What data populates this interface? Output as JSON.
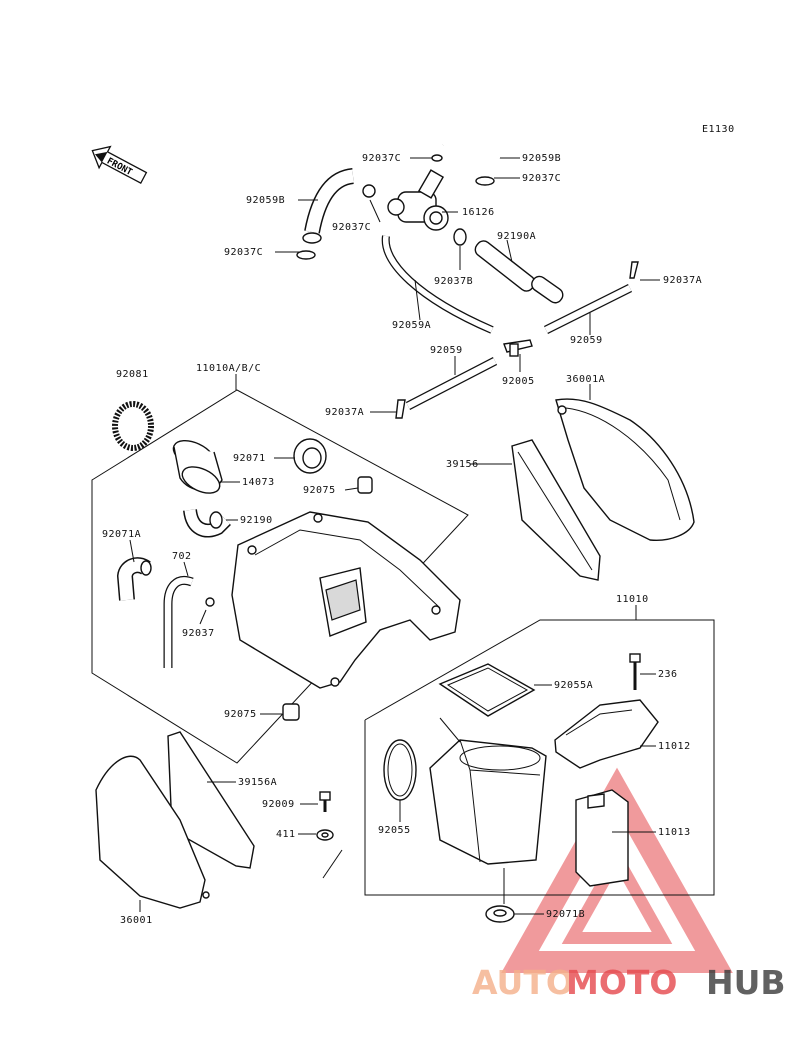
{
  "diagram": {
    "code": "E1130",
    "front_label": "FRONT",
    "parts": {
      "p92059B_top": "92059B",
      "p92037C_top": "92037C",
      "p92037C_right": "92037C",
      "p92059B_left": "92059B",
      "p92037C_mid": "92037C",
      "p16126": "16126",
      "p92190A": "92190A",
      "p92037C_left": "92037C",
      "p92037B": "92037B",
      "p92037A_right": "92037A",
      "p92059A": "92059A",
      "p92059_right": "92059",
      "p92059_mid": "92059",
      "p92005": "92005",
      "p92081": "92081",
      "p11010ABC": "11010A/B/C",
      "p36001A": "36001A",
      "p92037A_left": "92037A",
      "p92071": "92071",
      "p39156": "39156",
      "p14073": "14073",
      "p92075_top": "92075",
      "p92190": "92190",
      "p92071A": "92071A",
      "p702": "702",
      "p92037": "92037",
      "p11010": "11010",
      "p236": "236",
      "p92055A": "92055A",
      "p92075_bottom": "92075",
      "p11012": "11012",
      "p39156A": "39156A",
      "p92009": "92009",
      "p411": "411",
      "p92055": "92055",
      "p11013": "11013",
      "p36001": "36001",
      "p92071B": "92071B"
    }
  },
  "watermark": {
    "word_a": "AUTO",
    "word_b": "MOTO",
    "word_c": "HUB",
    "color_a": "#f5b08a",
    "color_b": "#e5484d",
    "color_c": "#3a3a3a",
    "triangle_color": "#e5484d"
  }
}
